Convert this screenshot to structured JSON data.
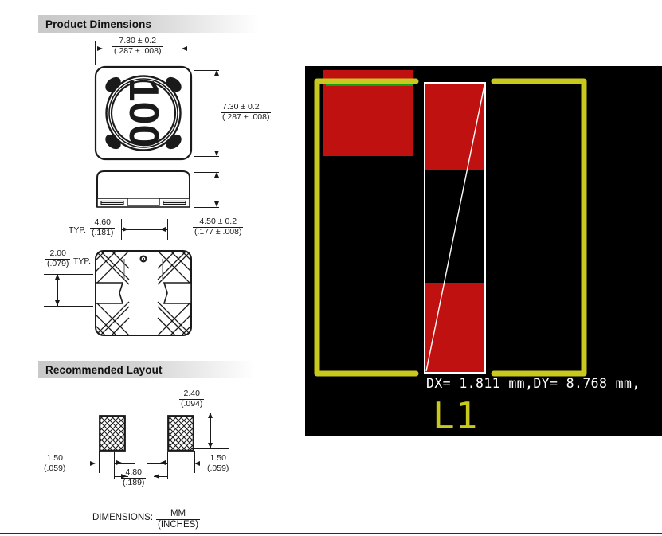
{
  "sections": {
    "product_dimensions": "Product Dimensions",
    "recommended_layout": "Recommended Layout"
  },
  "product_dimensions": {
    "top_view": {
      "marking": "100",
      "width_dim": {
        "mm": "7.30 ± 0.2",
        "inch": "(.287 ± .008)"
      },
      "height_dim": {
        "mm": "7.30 ± 0.2",
        "inch": "(.287 ± .008)"
      }
    },
    "side_view": {
      "terminal_width": {
        "label": "TYP.",
        "mm": "4.60",
        "inch": "(.181)"
      },
      "height_dim": {
        "mm": "4.50 ± 0.2",
        "inch": "(.177 ± .008)"
      }
    },
    "bottom_view": {
      "terminal_dim": {
        "mm": "2.00",
        "inch": "(.079)",
        "label": "TYP."
      }
    }
  },
  "recommended_layout": {
    "pad_height": {
      "mm": "2.40",
      "inch": "(.094)"
    },
    "pad_width_left": {
      "mm": "1.50",
      "inch": "(.059)"
    },
    "pad_width_right": {
      "mm": "1.50",
      "inch": "(.059)"
    },
    "pad_gap": {
      "mm": "4.80",
      "inch": "(.189)"
    }
  },
  "footer": {
    "label": "DIMENSIONS:",
    "unit_top": "MM",
    "unit_bottom": "(INCHES)"
  },
  "cad_panel": {
    "readout": "DX= 1.811 mm,DY= 8.768 mm,",
    "reference_designator": "L1",
    "colors": {
      "background": "#000000",
      "pad": "#c01111",
      "courtyard": "#c8c81e",
      "highlight": "#14a014",
      "outline": "#ffffff",
      "text": "#ffffff"
    }
  }
}
